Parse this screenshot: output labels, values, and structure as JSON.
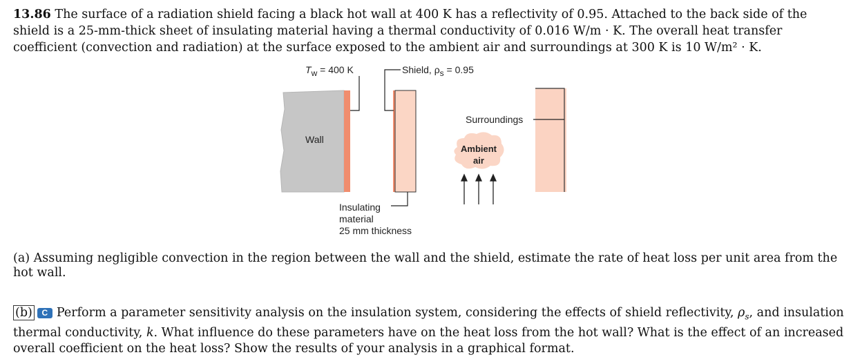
{
  "problem": {
    "number": "13.86",
    "text": "The surface of a radiation shield facing a black hot wall at 400 K has a reflectivity of 0.95. Attached to the back side of the shield is a 25-mm-thick sheet of insulating material having a thermal conductivity of 0.016 W/m · K. The overall heat transfer coefficient (convection and radiation) at the surface exposed to the ambient air and surroundings at 300 K is 10 W/m² · K."
  },
  "figure": {
    "tw_label": "T",
    "tw_sub": "w",
    "tw_value": " = 400 K",
    "shield_label": "Shield, ρ",
    "shield_sub": "s",
    "shield_value": " = 0.95",
    "surroundings": "Surroundings",
    "wall": "Wall",
    "ambient_line1": "Ambient",
    "ambient_line2": "air",
    "insulating_line1": "Insulating",
    "insulating_line2": "material",
    "thickness": "25 mm thickness"
  },
  "part_a": {
    "text": "(a) Assuming negligible convection in the region between the wall and the shield, estimate the rate of heat loss per unit area from the hot wall."
  },
  "part_b": {
    "label": "(b)",
    "badge": "C",
    "text_1": "Perform a parameter sensitivity analysis on the insulation system, considering the effects of shield reflectivity, ",
    "rho": "ρ",
    "rho_sub": "s",
    "text_2": ", and insulation thermal conductivity, ",
    "k": "k",
    "text_3": ". What influence do these parameters have on the heat loss from the hot wall? What is the effect of an increased overall coefficient on the heat loss? Show the results of your analysis in a graphical format."
  },
  "colors": {
    "wall_gray": "#c6c6c6",
    "shield_orange": "#f08d6e",
    "insulation_fill": "#fbd6c5",
    "surroundings_fill": "#fbd3c2",
    "cloud_fill": "#fbd6c6",
    "badge_blue": "#2f72b8"
  }
}
